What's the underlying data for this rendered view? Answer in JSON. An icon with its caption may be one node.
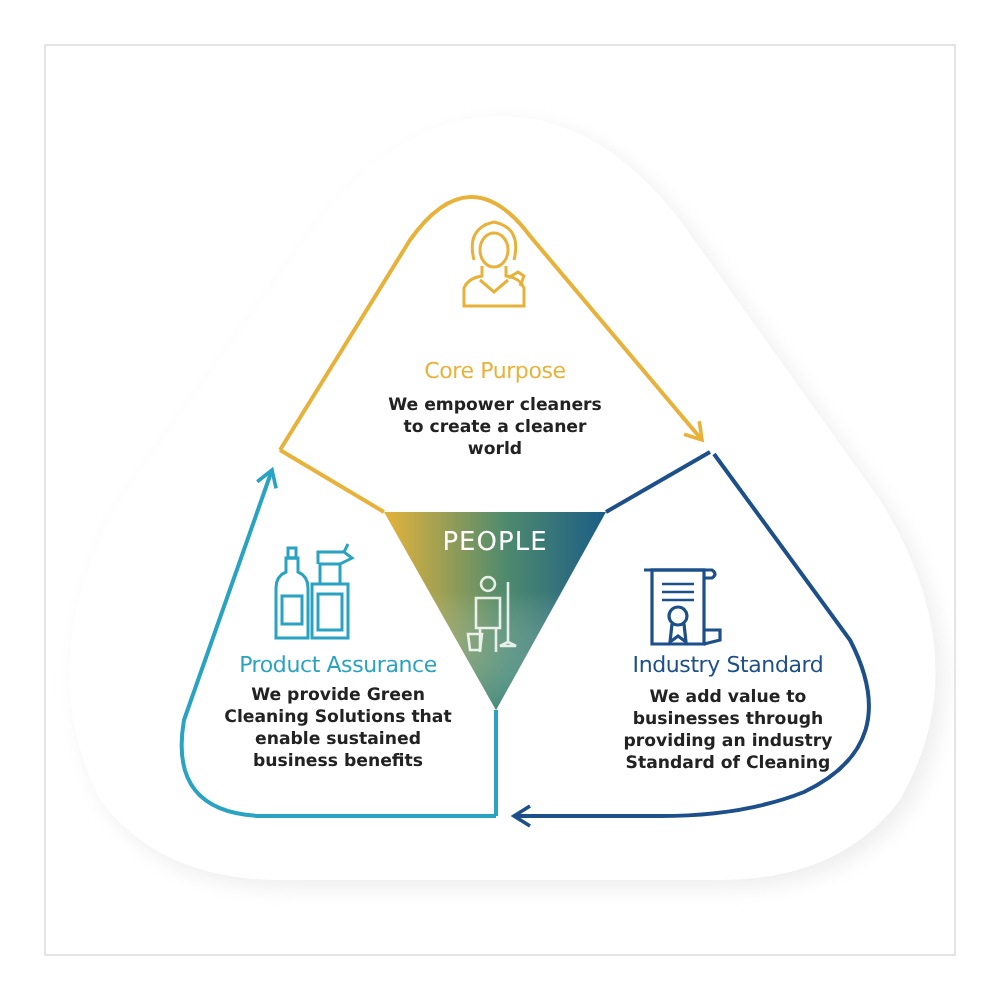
{
  "diagram": {
    "nodes": [
      {
        "text": [
          "Core Purpose",
          "We empower cleaners to create a cleaner world"
        ]
      },
      {
        "text": [
          "PEOPLE"
        ]
      },
      {
        "text": [
          "Product Assurance",
          "We provide Green Cleaning Solutions that enable sustained business benefits"
        ]
      },
      {
        "text": [
          "Industry Standard",
          "We add value to businesses through providing an industry Standard of Cleaning"
        ]
      }
    ],
    "edges": [
      {
        "from": 0,
        "to": 3,
        "arrow": "to",
        "color": "#e8b23a"
      },
      {
        "from": 3,
        "to": 2,
        "arrow": "to",
        "color": "#1d4f8a"
      },
      {
        "from": 2,
        "to": 0,
        "arrow": "to",
        "color": "#2aa3c2"
      }
    ]
  }
}
